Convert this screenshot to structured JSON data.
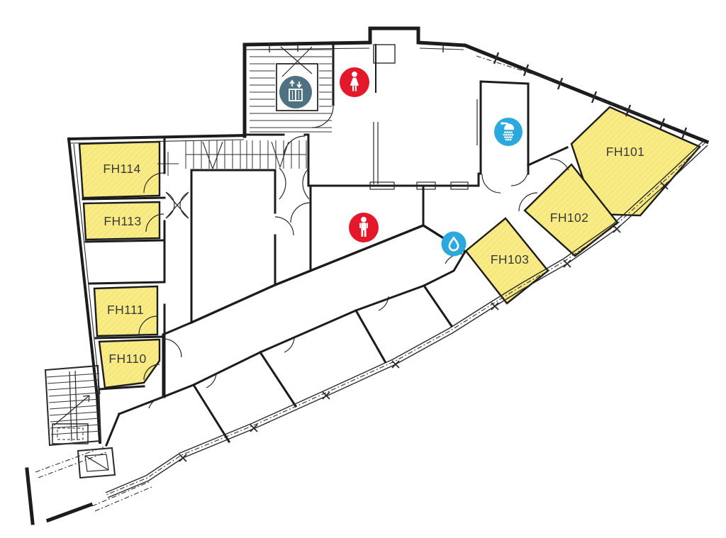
{
  "plan": {
    "title": "floor-plan",
    "rooms": [
      {
        "id": "FH101",
        "label": "FH101",
        "highlighted": true
      },
      {
        "id": "FH102",
        "label": "FH102",
        "highlighted": true
      },
      {
        "id": "FH103",
        "label": "FH103",
        "highlighted": true
      },
      {
        "id": "FH110",
        "label": "FH110",
        "highlighted": true
      },
      {
        "id": "FH111",
        "label": "FH111",
        "highlighted": true
      },
      {
        "id": "FH113",
        "label": "FH113",
        "highlighted": true
      },
      {
        "id": "FH114",
        "label": "FH114",
        "highlighted": true
      }
    ],
    "icons": [
      {
        "name": "elevator-icon",
        "color": "#4e7282"
      },
      {
        "name": "women-restroom-icon",
        "color": "#e5172b"
      },
      {
        "name": "men-restroom-icon",
        "color": "#e5172b"
      },
      {
        "name": "shower-icon",
        "color": "#2ba9df"
      },
      {
        "name": "water-tap-icon",
        "color": "#2ba9df"
      }
    ],
    "colors": {
      "room_highlight": "#f7e87c",
      "room_hatch": "#faf0a6",
      "room_label_text": "#3a3a3a",
      "wall_line": "#1c1c1c",
      "restroom_red": "#e5172b",
      "water_blue": "#2ba9df",
      "elevator_slate": "#4e7282",
      "background": "#ffffff"
    }
  }
}
